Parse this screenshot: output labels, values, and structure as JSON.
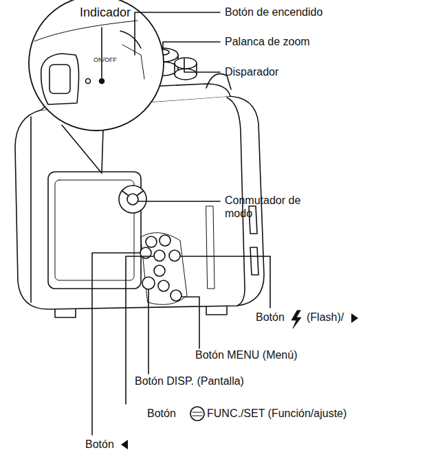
{
  "diagram": {
    "labels": [
      "Indicador",
      "ON/OFF",
      "Botón de encendido",
      "Palanca de zoom",
      "Disparador",
      "Conmutador de modo",
      "Botón",
      "(Flash)/",
      "Botón MENU (Menú)",
      "Botón DISP. (Pantalla)",
      "Botón",
      "FUNC./SET (Función/ajuste)",
      "Botón"
    ]
  }
}
